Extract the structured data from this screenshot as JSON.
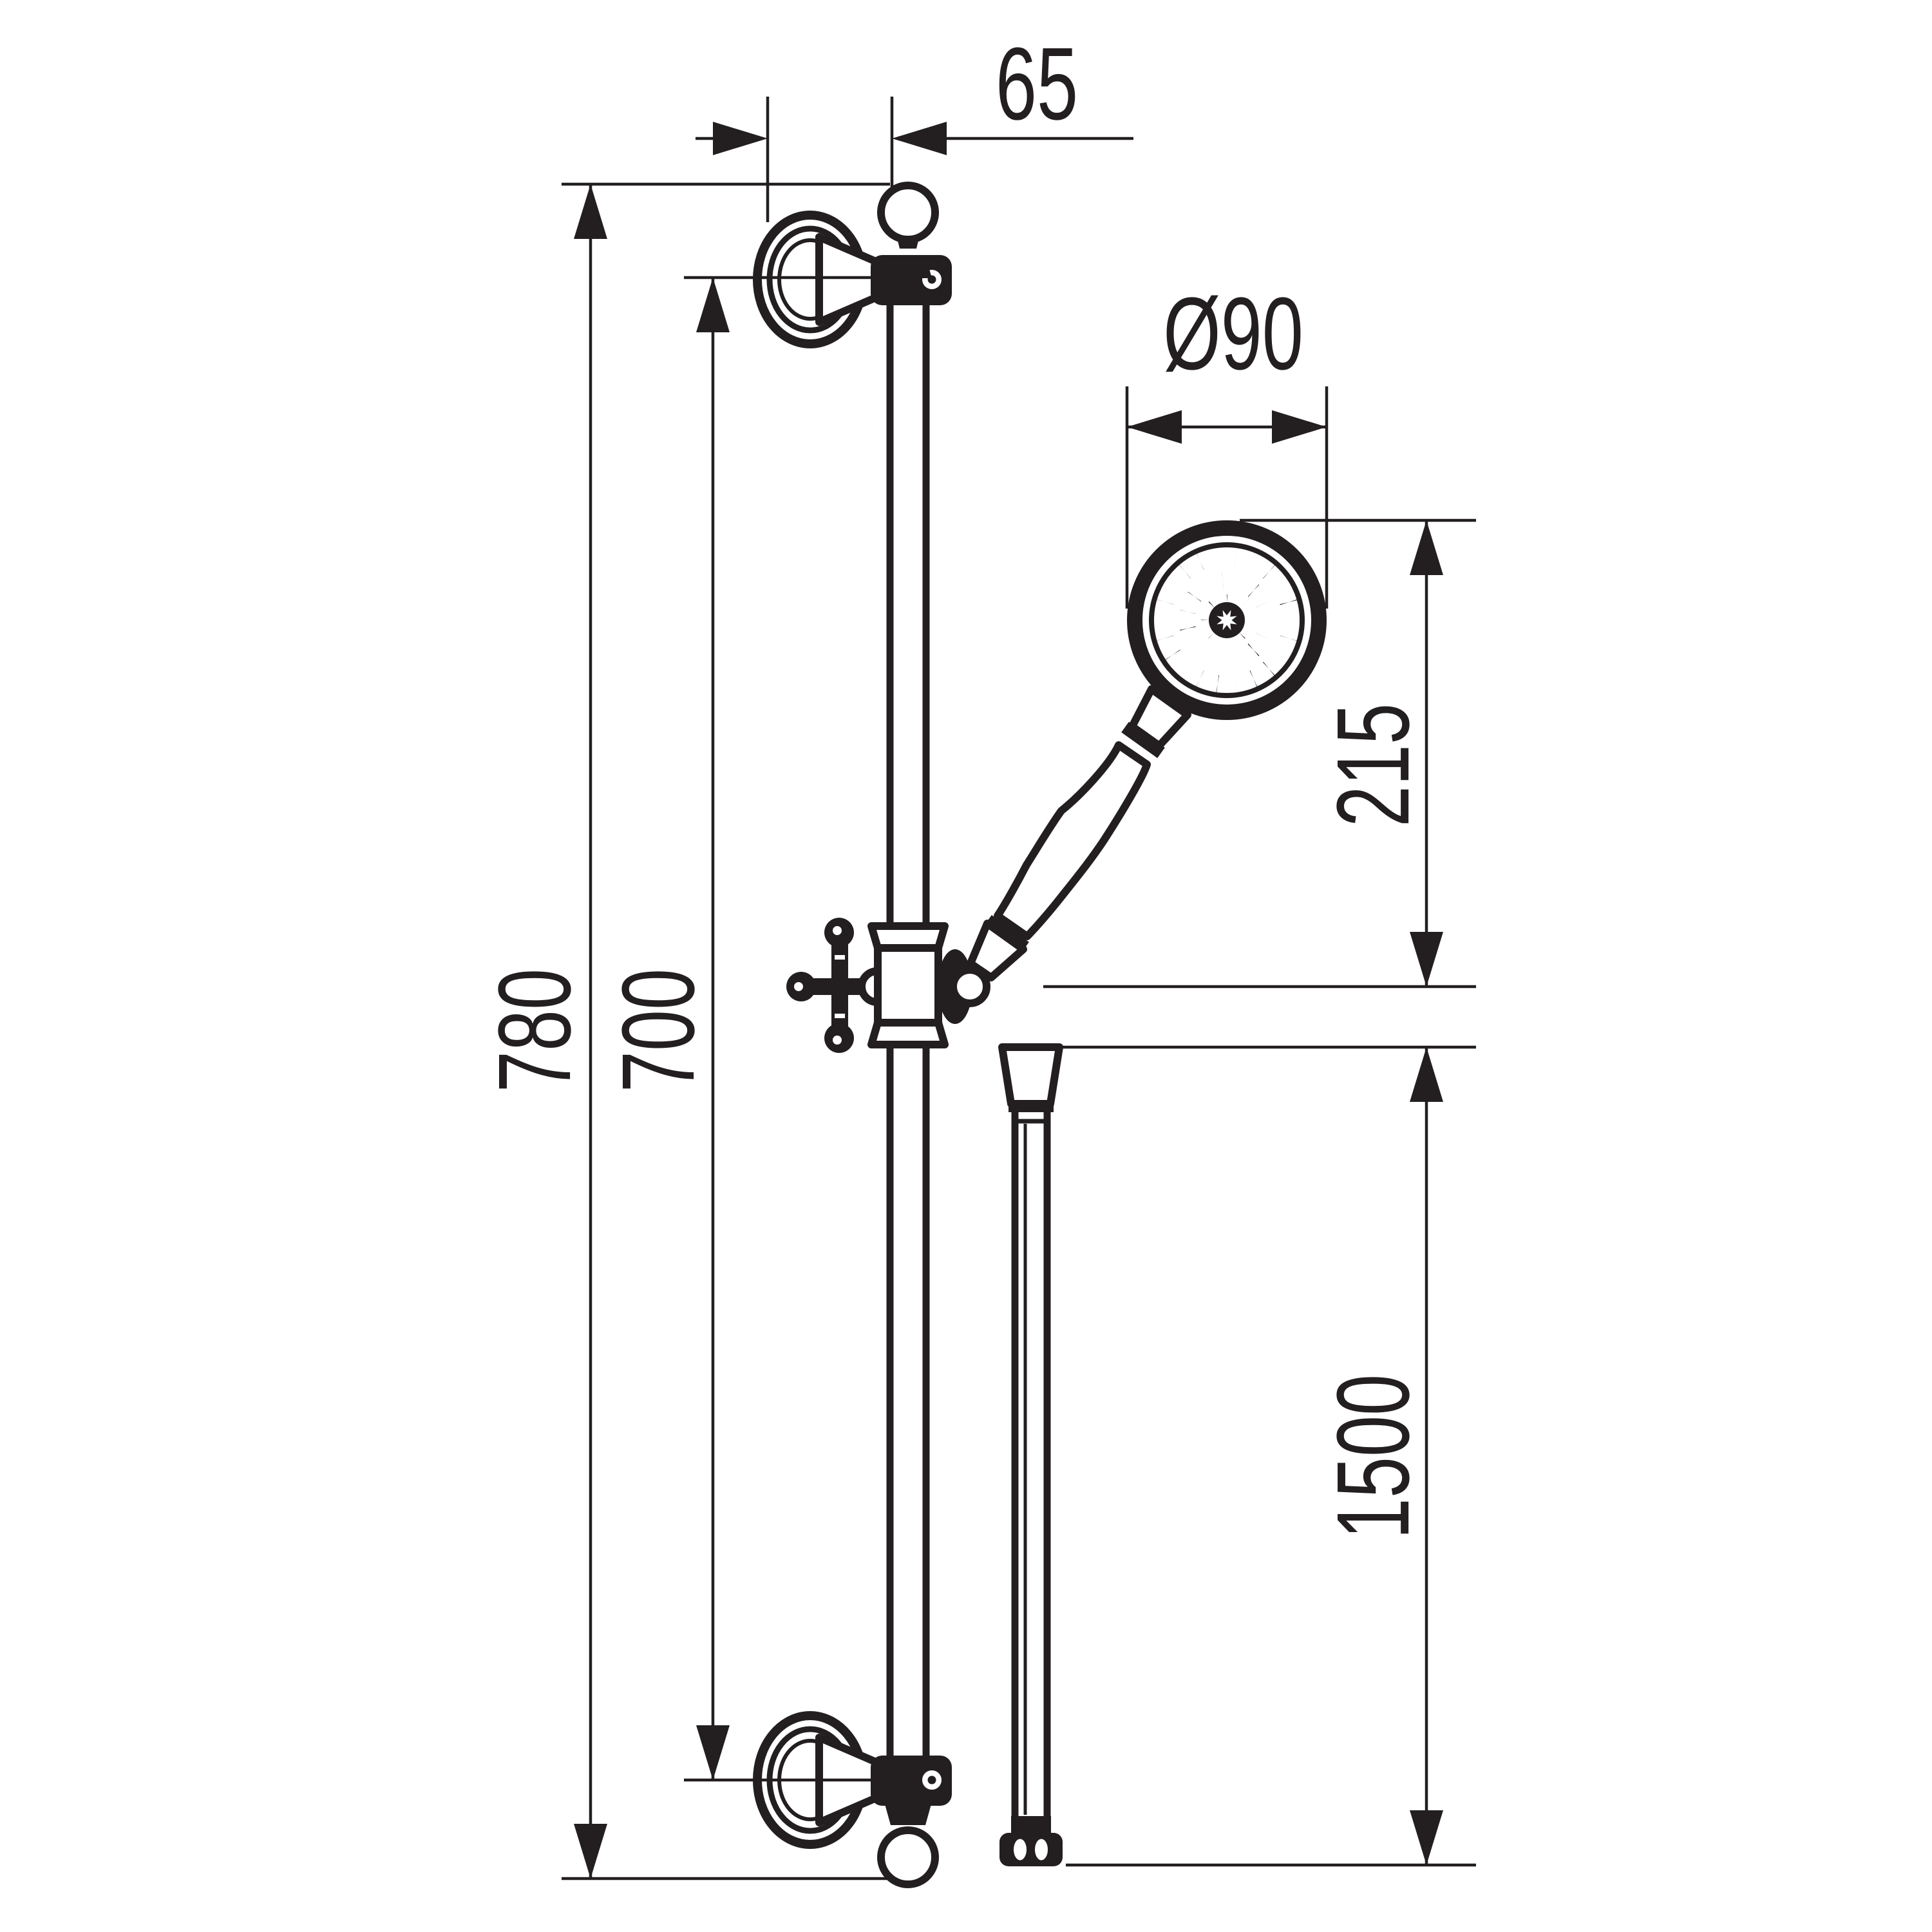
{
  "drawing": {
    "type": "technical-dimension-drawing",
    "subject": "shower slide rail set with hand shower and hose",
    "units": "mm"
  },
  "colors": {
    "ink": "#231f20",
    "background": "#ffffff"
  },
  "labels": {
    "rail_wall_offset": "65",
    "head_diameter": "Ø90",
    "handshower_length": "215",
    "rail_total_height": "780",
    "mount_centre_distance": "700",
    "hose_length": "1500"
  }
}
